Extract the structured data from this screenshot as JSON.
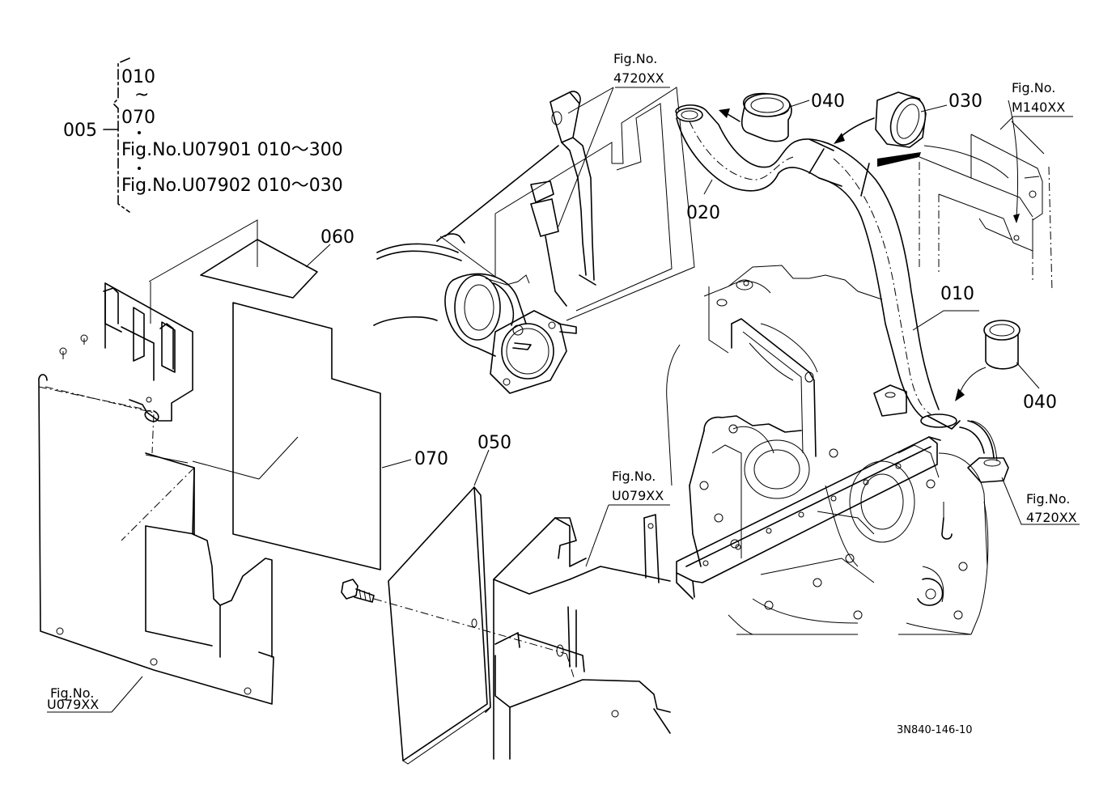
{
  "diagram_code": "3N840-146-10",
  "legend": {
    "assembly_no": "005",
    "range_start": "010",
    "range_tilde": "~",
    "range_end": "070",
    "ref_line_1": "Fig.No.U07901  010～300",
    "ref_line_2": "Fig.No.U07902  010～030"
  },
  "part_labels": {
    "p010": "010",
    "p020": "020",
    "p030": "030",
    "p040_top": "040",
    "p040_right": "040",
    "p050": "050",
    "p060": "060",
    "p070": "070"
  },
  "fig_refs": {
    "top_center": {
      "line1": "Fig.No.",
      "line2": "4720XX"
    },
    "top_right": {
      "line1": "Fig.No.",
      "line2": "M140XX"
    },
    "right": {
      "line1": "Fig.No.",
      "line2": "4720XX"
    },
    "center": {
      "line1": "Fig.No.",
      "line2": "U079XX"
    },
    "bottom_left": {
      "line1": "Fig.No.",
      "line2": "U079XX"
    }
  }
}
